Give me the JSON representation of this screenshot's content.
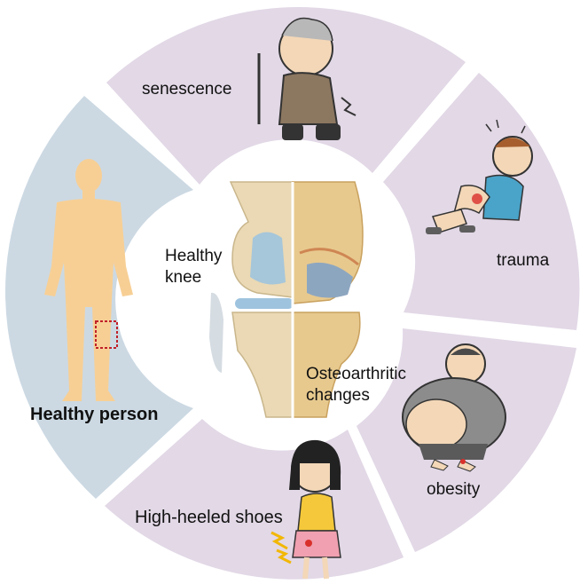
{
  "labels": {
    "senescence": "senescence",
    "trauma": "trauma",
    "obesity": "obesity",
    "high_heeled_shoes": "High-heeled shoes",
    "healthy_person": "Healthy person",
    "healthy_knee_line1": "Healthy",
    "healthy_knee_line2": "knee",
    "oa_line1": "Osteoarthritic",
    "oa_line2": "changes"
  },
  "colors": {
    "segment_lavender": "#e2d8e6",
    "segment_blue": "#ccd9e3",
    "skin": "#f7cf95",
    "bone": "#ead9b4",
    "cartilage": "#9ec3de",
    "marker": "#c0202a"
  },
  "icons": {
    "senescence": "elderly-man-icon",
    "trauma": "injured-boy-icon",
    "obesity": "obese-man-icon",
    "high_heeled_shoes": "girl-knee-pain-icon",
    "healthy_person": "human-silhouette-icon"
  }
}
